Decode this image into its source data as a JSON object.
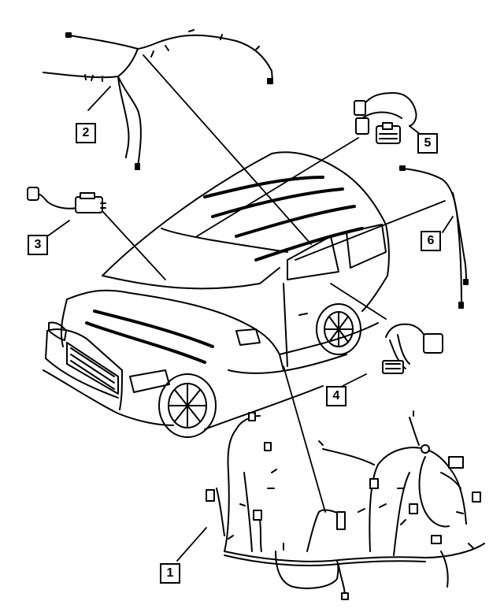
{
  "callouts": [
    {
      "id": "1",
      "label": "1"
    },
    {
      "id": "2",
      "label": "2"
    },
    {
      "id": "3",
      "label": "3"
    },
    {
      "id": "4",
      "label": "4"
    },
    {
      "id": "5",
      "label": "5"
    },
    {
      "id": "6",
      "label": "6"
    }
  ],
  "colors": {
    "line": "#000000",
    "background": "#ffffff"
  },
  "icons": [
    "minivan-illustration",
    "wiring-harness-icon",
    "connector-icon",
    "module-icon"
  ]
}
